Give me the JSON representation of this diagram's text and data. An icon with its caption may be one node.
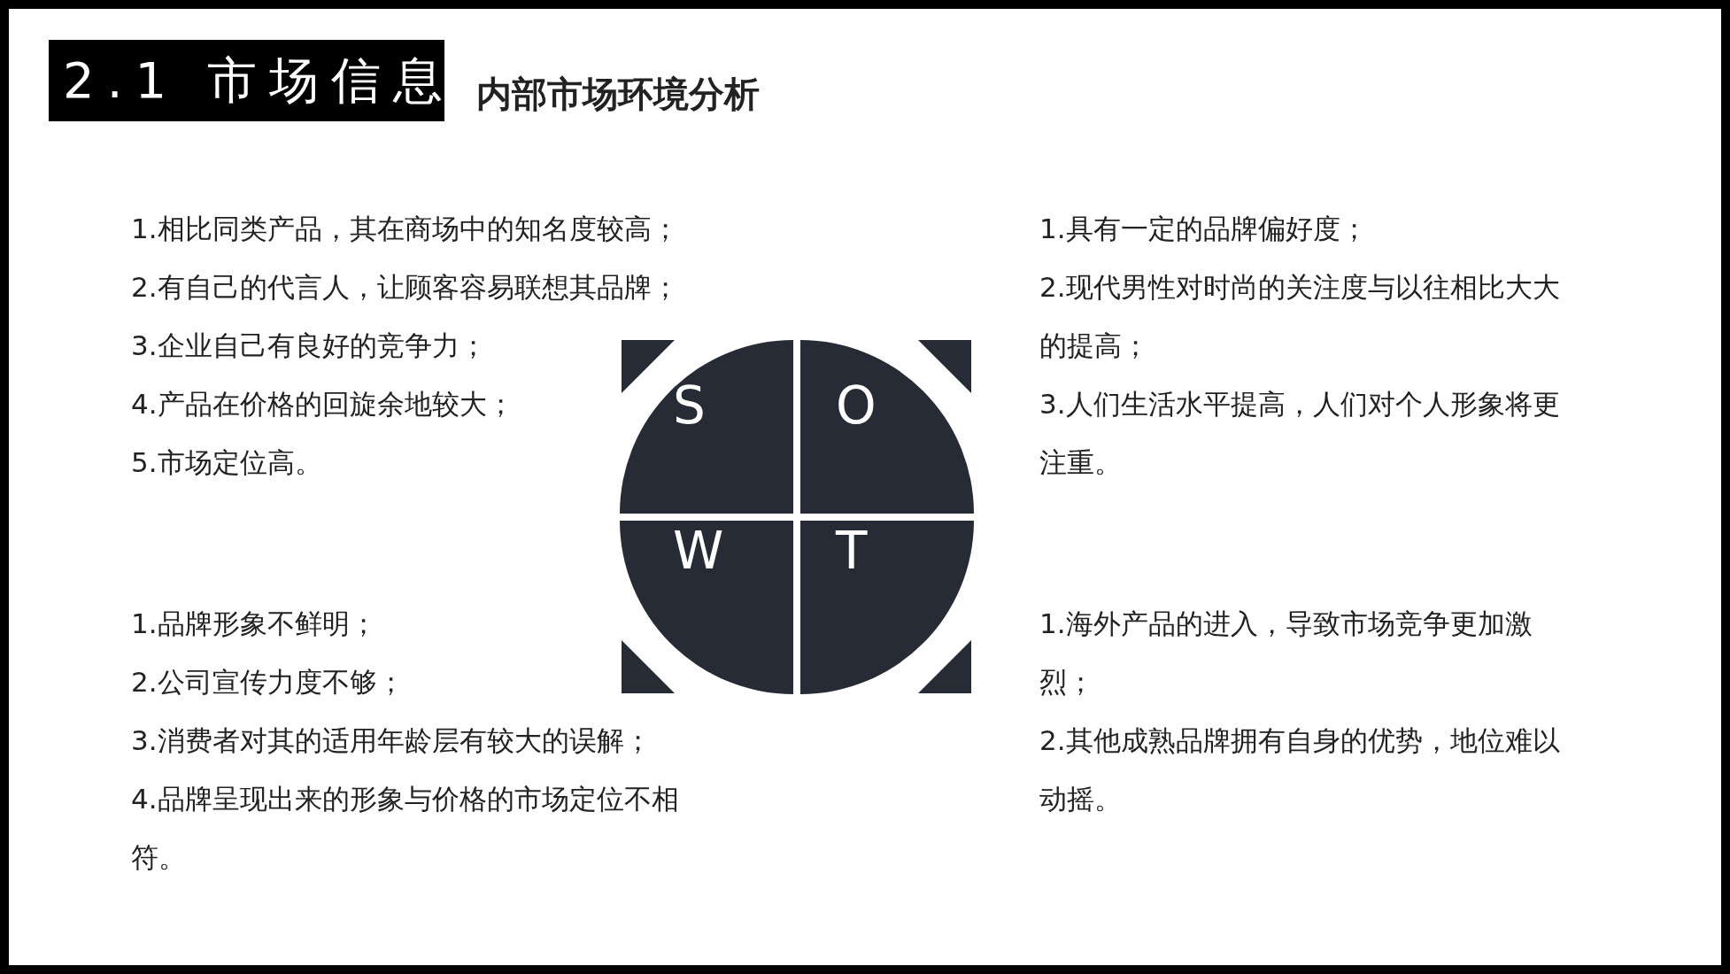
{
  "diagram": {
    "title": "2.1 市场信息",
    "nodes": [
      {
        "text": [
          "S"
        ]
      },
      {
        "text": [
          "O"
        ]
      },
      {
        "text": [
          "W"
        ]
      },
      {
        "text": [
          "T"
        ]
      }
    ],
    "labels": [
      "内部市场环境分析",
      "1.相比同类产品，其在商场中的知名度较高；",
      "2.有自己的代言人，让顾客容易联想其品牌；",
      "3.企业自己有良好的竞争力；",
      "4.产品在价格的回旋余地较大；",
      "5.市场定位高。",
      "1.具有一定的品牌偏好度；",
      "2.现代男性对时尚的关注度与以往相比大大的提高；",
      "3.人们生活水平提高，人们对个人形象将更注重。",
      "1.品牌形象不鲜明；",
      "2.公司宣传力度不够；",
      "3.消费者对其的适用年龄层有较大的误解；",
      "4.品牌呈现出来的形象与价格的市场定位不相符。",
      "1.海外产品的进入，导致市场竞争更加激烈；",
      "2.其他成熟品牌拥有自身的优势，地位难以动摇。"
    ]
  }
}
